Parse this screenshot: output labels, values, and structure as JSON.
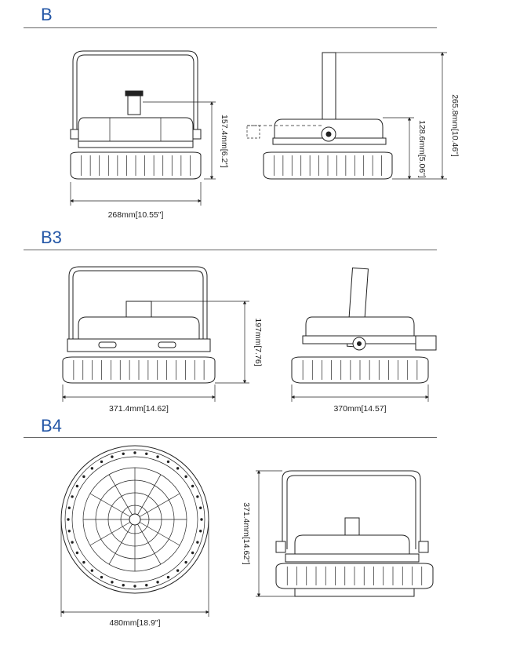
{
  "sections": [
    {
      "label": "B"
    },
    {
      "label": "B3"
    },
    {
      "label": "B4"
    }
  ],
  "dimensions": {
    "b_width": "268mm[10.55\"]",
    "b_front_height": "157.4mm[6.2\"]",
    "b_side_body_height": "128.6mm[5.06\"]",
    "b_side_total_height": "265.8mm[10.46\"]",
    "b3_front_width": "371.4mm[14.62]",
    "b3_height": "197mm[7.76]",
    "b3_side_width": "370mm[14.57]",
    "b4_diameter": "480mm[18.9\"]",
    "b4_height": "371.4mm[14.62\"]"
  }
}
